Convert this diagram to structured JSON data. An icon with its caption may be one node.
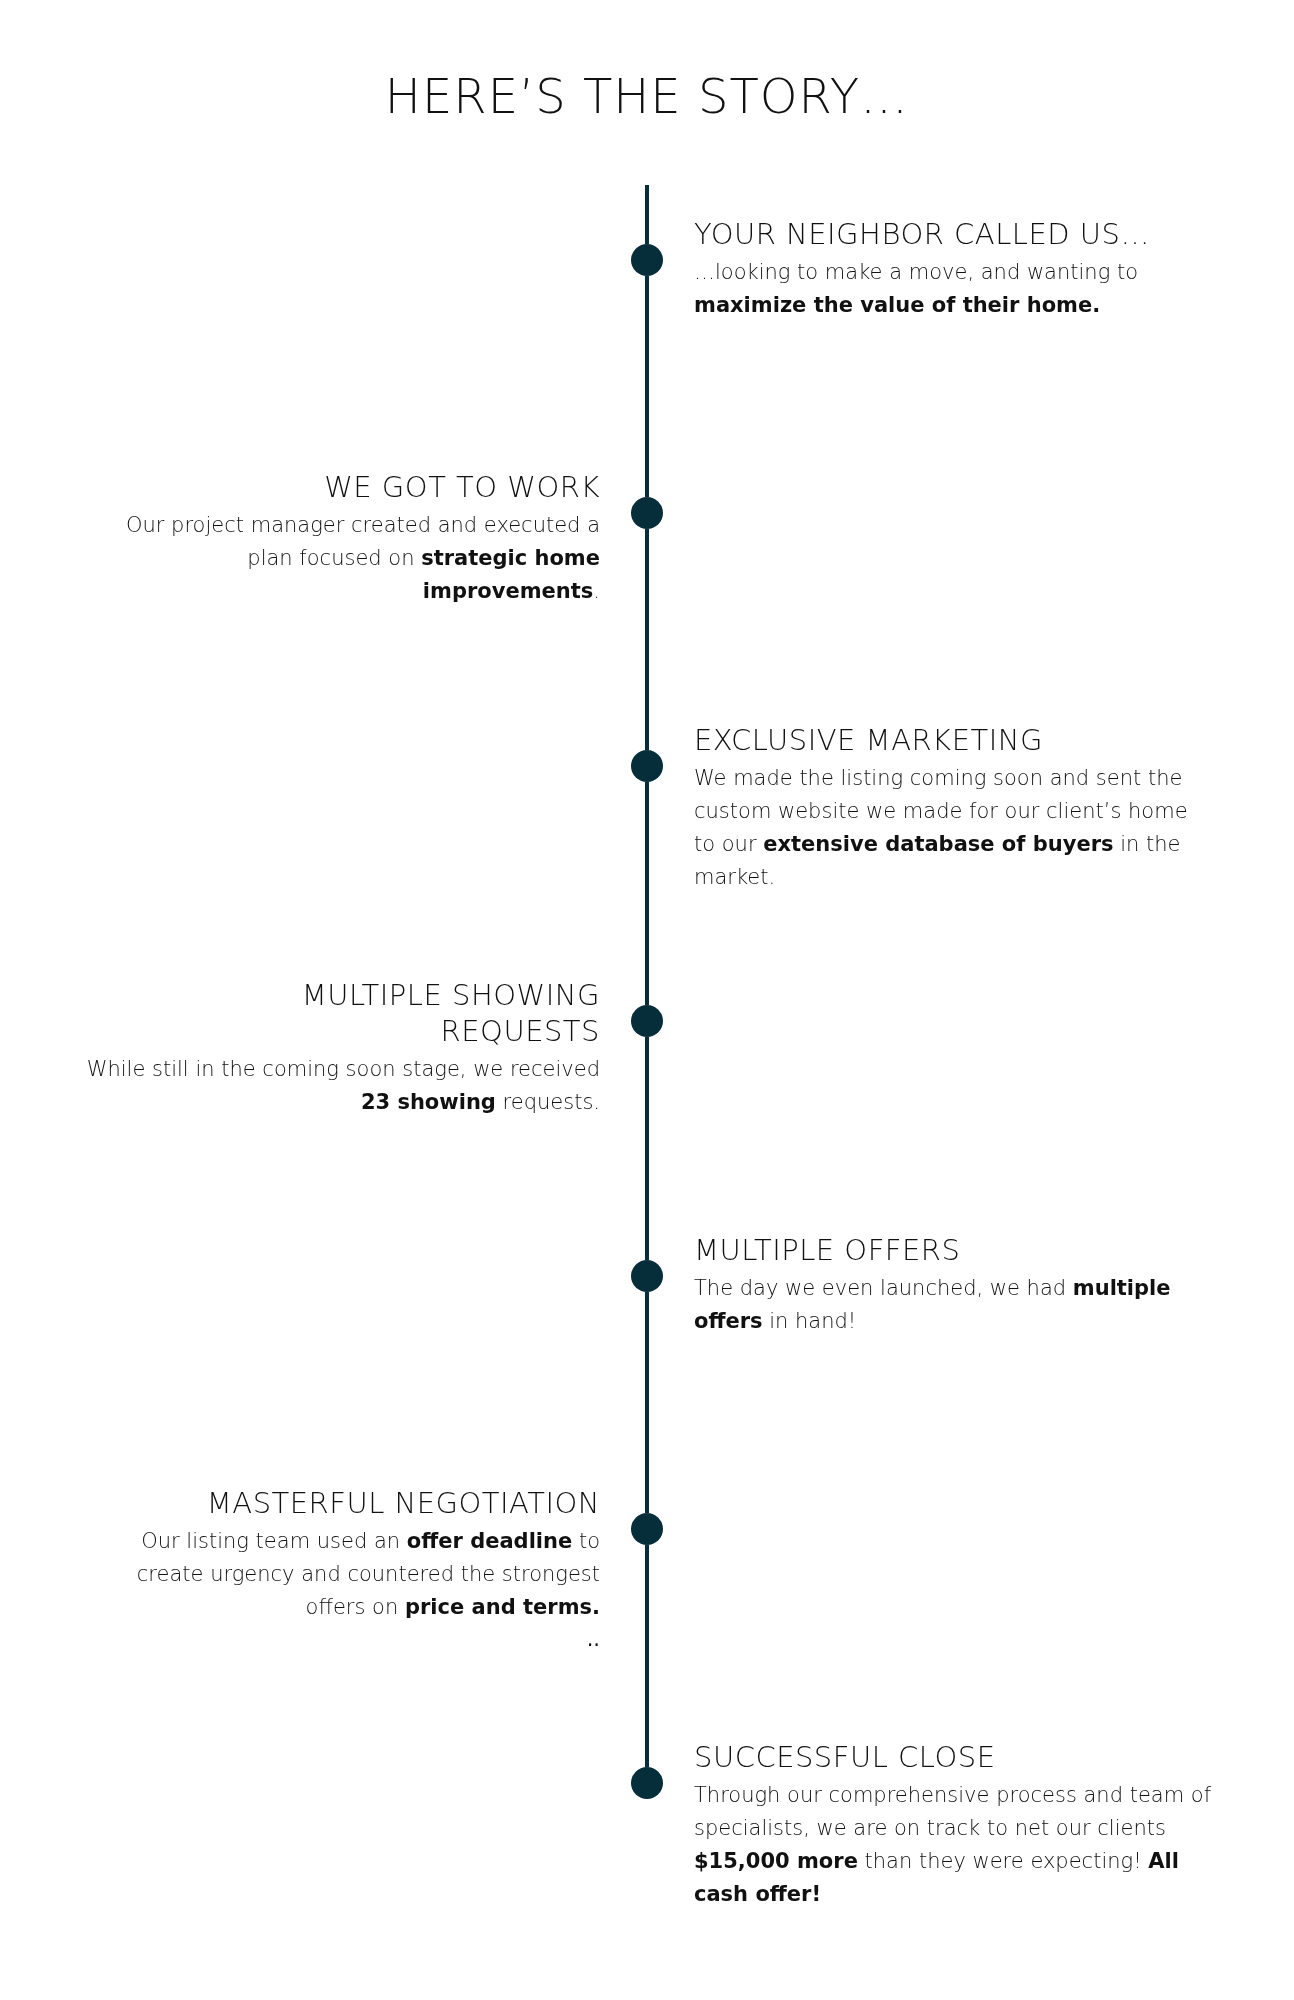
{
  "diagram": {
    "title": "HERE’S THE STORY…",
    "nodes": [
      {
        "text": [],
        "shape": "circle",
        "beside": [
          "YOUR NEIGHBOR CALLED US…",
          "…looking to make a move, and wanting to **maximize the value of their home.**"
        ]
      },
      {
        "text": [],
        "shape": "circle",
        "beside": [
          "WE GOT TO WORK",
          "Our project manager created and executed a plan focused on **strategic home improvements**."
        ]
      },
      {
        "text": [],
        "shape": "circle",
        "beside": [
          "EXCLUSIVE MARKETING",
          "We made the listing coming soon and sent the custom website we made for our client’s home to our **extensive database of buyers** in the market."
        ]
      },
      {
        "text": [],
        "shape": "circle",
        "beside": [
          "MULTIPLE SHOWING REQUESTS",
          "While still in the coming soon stage, we received **23 showing** requests."
        ]
      },
      {
        "text": [],
        "shape": "circle",
        "beside": [
          "MULTIPLE OFFERS",
          "The day we even launched, we had **multiple offers** in hand!"
        ]
      },
      {
        "text": [],
        "shape": "circle",
        "beside": [
          "MASTERFUL NEGOTIATION",
          "Our listing team used an **offer deadline** to create urgency and countered the strongest offers on **price and terms.**",
          ".."
        ]
      },
      {
        "text": [],
        "shape": "circle",
        "beside": [
          "SUCCESSFUL CLOSE",
          "Through our comprehensive process and team of specialists, we are on track to net our clients **$15,000 more** than they were expecting! **All cash offer!**"
        ]
      }
    ],
    "edges": [
      {
        "from": null,
        "to": 0,
        "arrow": "none"
      },
      {
        "from": 0,
        "to": 1,
        "arrow": "none"
      },
      {
        "from": 1,
        "to": 2,
        "arrow": "none"
      },
      {
        "from": 2,
        "to": 3,
        "arrow": "none"
      },
      {
        "from": 3,
        "to": 4,
        "arrow": "none"
      },
      {
        "from": 4,
        "to": 5,
        "arrow": "none"
      },
      {
        "from": 5,
        "to": 6,
        "arrow": "none"
      }
    ]
  }
}
